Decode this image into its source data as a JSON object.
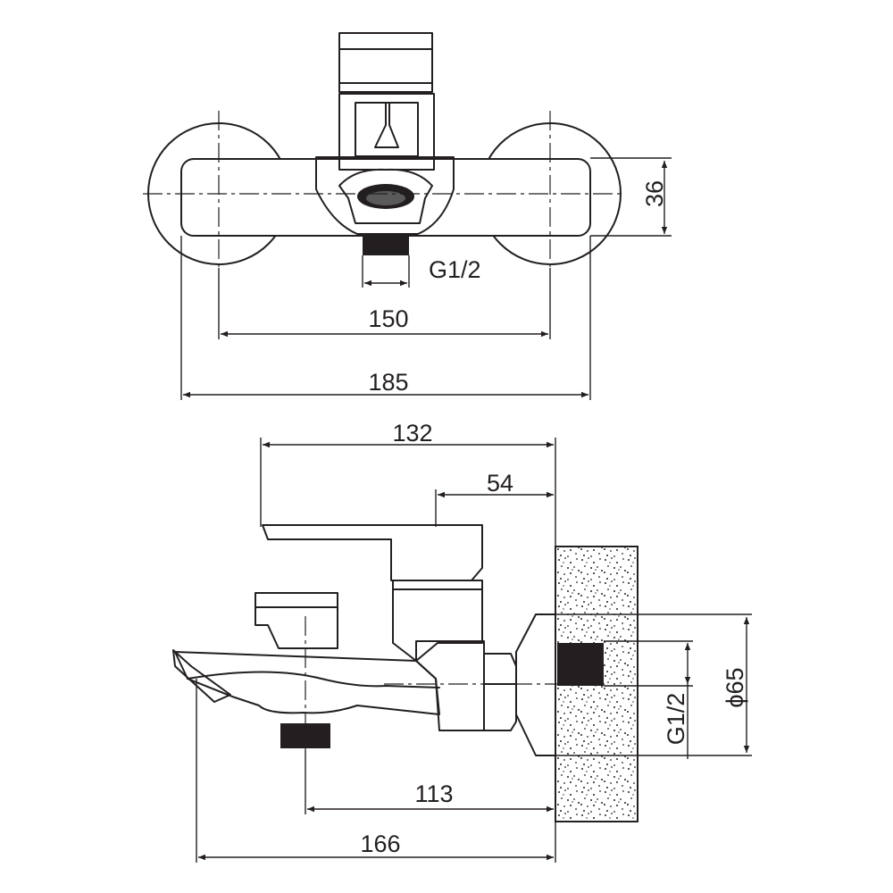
{
  "top_view": {
    "dims": {
      "height": "36",
      "thread": "G1/2",
      "centers": "150",
      "overall": "185"
    }
  },
  "side_view": {
    "dims": {
      "lever_reach": "132",
      "body_depth": "54",
      "flange_diameter": "ϕ65",
      "thread": "G1/2",
      "outlet_center": "113",
      "spout_reach": "166"
    }
  },
  "colors": {
    "line": "#231f20",
    "background": "#ffffff"
  }
}
